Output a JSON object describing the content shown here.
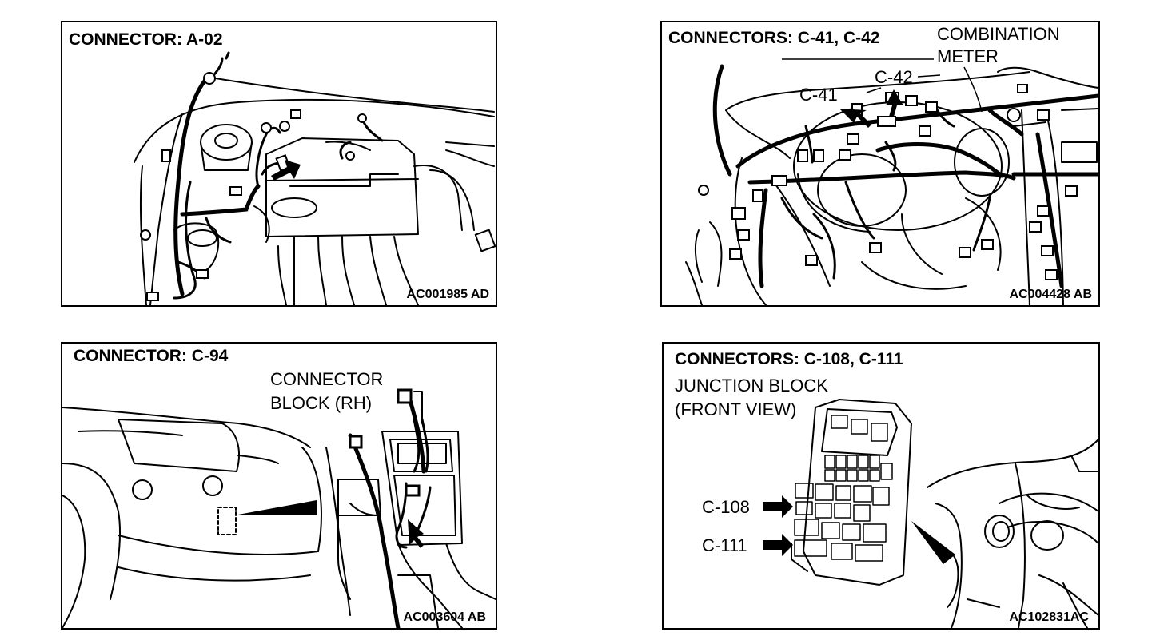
{
  "panels": {
    "a02": {
      "title": "CONNECTOR: A-02",
      "code": "AC001985 AD"
    },
    "c41c42": {
      "title": "CONNECTORS: C-41, C-42",
      "callout_line1": "COMBINATION",
      "callout_line2": "METER",
      "label_c41": "C-41",
      "label_c42": "C-42",
      "code": "AC004428 AB"
    },
    "c94": {
      "title": "CONNECTOR: C-94",
      "callout_line1": "CONNECTOR",
      "callout_line2": "BLOCK (RH)",
      "code": "AC003604 AB"
    },
    "c108c111": {
      "title": "CONNECTORS: C-108, C-111",
      "callout_line1": "JUNCTION BLOCK",
      "callout_line2": "(FRONT VIEW)",
      "label_c108": "C-108",
      "label_c111": "C-111",
      "code": "AC102831AC"
    }
  },
  "colors": {
    "ink": "#000000",
    "paper": "#ffffff"
  }
}
